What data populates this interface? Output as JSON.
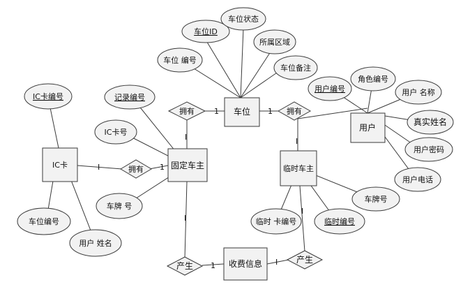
{
  "entities": {
    "parking_space": "车位",
    "user": "用户",
    "ic_card": "IC卡",
    "fixed_owner": "固定车主",
    "temp_owner": "临时车主",
    "fee_info": "收费信息"
  },
  "relationships": {
    "have_left": "拥有",
    "have_right": "拥有",
    "have_ic": "拥有",
    "produce_bottom": "产生",
    "produce_right": "产生"
  },
  "attributes": {
    "space_id": "车位ID",
    "space_status": "车位状态",
    "area": "所属区域",
    "space_number": "车位 编号",
    "space_note": "车位备注",
    "user_number": "用户编号",
    "role_number": "角色编号",
    "user_name": "用户 名称",
    "real_name": "真实姓名",
    "user_password": "用户密码",
    "user_phone": "用户电话",
    "ic_number": "IC卡编号",
    "ic_space_number": "车位编号",
    "ic_user_name": "用户 姓名",
    "record_number": "记录编号",
    "fixed_ic": "IC卡号",
    "fixed_plate": "车牌 号",
    "temp_card_number": "临时 卡编号",
    "temp_number": "临时编号",
    "temp_plate": "车牌号"
  },
  "cardinality": {
    "one": "1",
    "many": "I"
  }
}
